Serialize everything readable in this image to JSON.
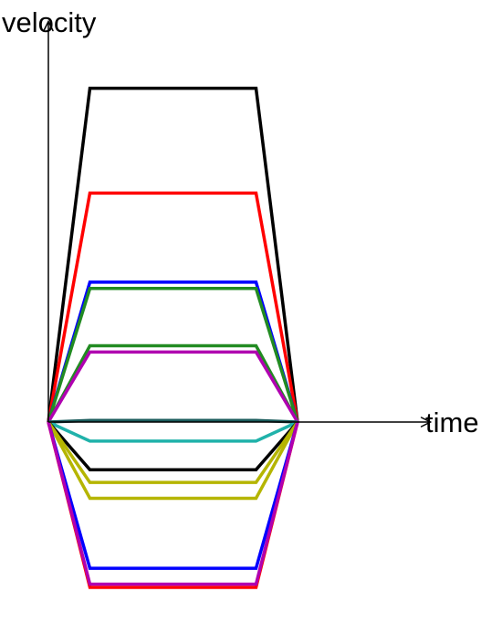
{
  "chart_data": {
    "type": "line",
    "title": "",
    "xlabel": "time",
    "ylabel": "velocity",
    "x": [
      0,
      1,
      5,
      6
    ],
    "xlim": [
      0,
      9.2
    ],
    "ylim": [
      -6.8,
      12.6
    ],
    "grid": false,
    "legend": "none",
    "series": [
      {
        "color": "#000000",
        "values": [
          0,
          10.5,
          10.5,
          0
        ]
      },
      {
        "color": "#ff0000",
        "values": [
          0,
          7.2,
          7.2,
          0
        ]
      },
      {
        "color": "#0000ff",
        "values": [
          0,
          4.4,
          4.4,
          0
        ]
      },
      {
        "color": "#228b22",
        "values": [
          0,
          4.2,
          4.2,
          0
        ]
      },
      {
        "color": "#228b22",
        "values": [
          0,
          2.4,
          2.4,
          0
        ]
      },
      {
        "color": "#b000b0",
        "values": [
          0,
          2.2,
          2.2,
          0
        ]
      },
      {
        "color": "#1a5c5c",
        "values": [
          0,
          0.05,
          0.05,
          0
        ]
      },
      {
        "color": "#20b2aa",
        "values": [
          0,
          -0.6,
          -0.6,
          0
        ]
      },
      {
        "color": "#000000",
        "values": [
          0,
          -1.5,
          -1.5,
          0
        ]
      },
      {
        "color": "#b5b500",
        "values": [
          0,
          -1.9,
          -1.9,
          0
        ]
      },
      {
        "color": "#b5b500",
        "values": [
          0,
          -2.4,
          -2.4,
          0
        ]
      },
      {
        "color": "#0000ff",
        "values": [
          0,
          -4.6,
          -4.6,
          0
        ]
      },
      {
        "color": "#ff0000",
        "values": [
          0,
          -5.2,
          -5.2,
          0
        ]
      },
      {
        "color": "#b000b0",
        "values": [
          0,
          -5.1,
          -5.1,
          0
        ]
      }
    ]
  }
}
